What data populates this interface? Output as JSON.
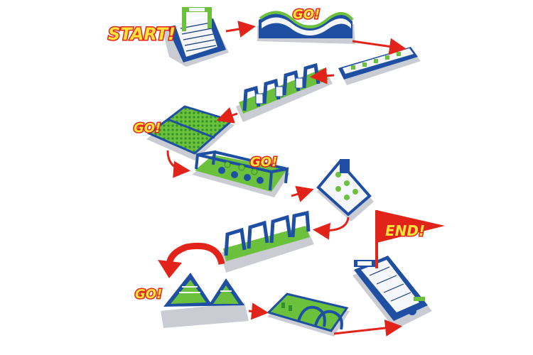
{
  "labels": {
    "start": "START!",
    "go": "GO!",
    "end": "END!"
  },
  "colors": {
    "blue": "#1f4fa3",
    "navy": "#153a7c",
    "green": "#6bc13b",
    "dark_green": "#2f8f2a",
    "white": "#f4f6f9",
    "red": "#e2231a",
    "yellow": "#ffe23a",
    "shadow": "#c9ccd2"
  },
  "stations": [
    {
      "name": "start-slide"
    },
    {
      "name": "wave-hill"
    },
    {
      "name": "long-tunnel"
    },
    {
      "name": "hurdle-tunnel"
    },
    {
      "name": "bump-mat"
    },
    {
      "name": "ball-pit-frame"
    },
    {
      "name": "pillar-run"
    },
    {
      "name": "arch-tunnel"
    },
    {
      "name": "double-climb"
    },
    {
      "name": "crawl-tube"
    },
    {
      "name": "end-slide"
    }
  ]
}
